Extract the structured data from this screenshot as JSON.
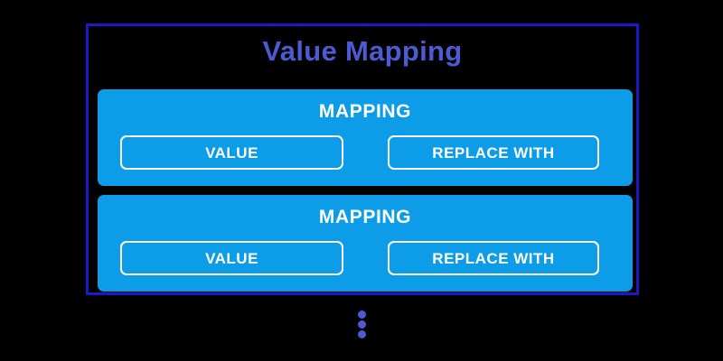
{
  "diagram": {
    "title": "Value Mapping",
    "colors": {
      "background": "#000000",
      "outer_border": "#1a1acc",
      "title_text": "#4c5bd4",
      "panel_fill": "#0d9de8",
      "panel_text": "#ffffff",
      "field_border": "#ffffff",
      "dots": "#4c5bd4"
    },
    "panels": [
      {
        "header": "MAPPING",
        "fields": [
          {
            "label": "VALUE"
          },
          {
            "label": "REPLACE WITH"
          }
        ]
      },
      {
        "header": "MAPPING",
        "fields": [
          {
            "label": "VALUE"
          },
          {
            "label": "REPLACE WITH"
          }
        ]
      }
    ],
    "continuation": {
      "name": "vertical-ellipsis",
      "dot_count": 3
    }
  }
}
